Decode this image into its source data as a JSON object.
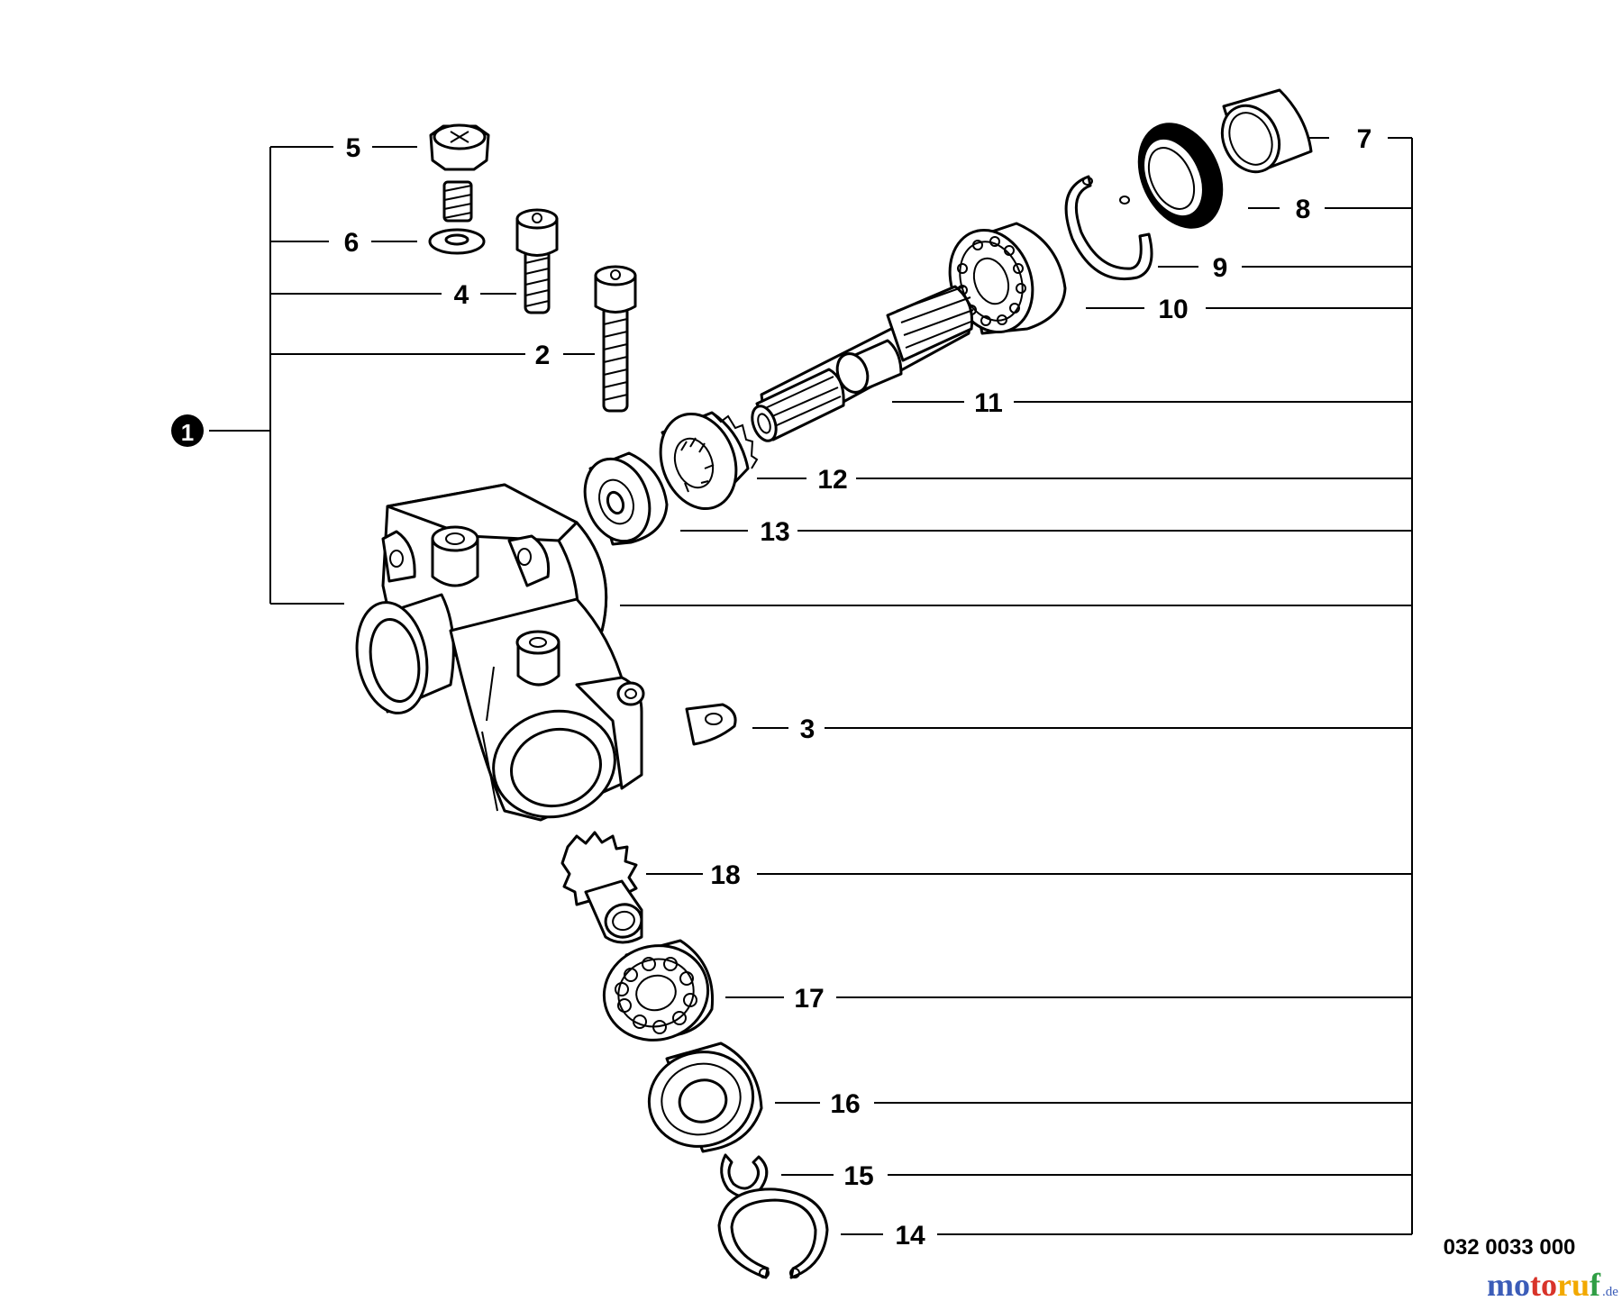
{
  "callouts": {
    "p1": "1",
    "p2": "2",
    "p3": "3",
    "p4": "4",
    "p5": "5",
    "p6": "6",
    "p7": "7",
    "p8": "8",
    "p9": "9",
    "p10": "10",
    "p11": "11",
    "p12": "12",
    "p13": "13",
    "p14": "14",
    "p15": "15",
    "p16": "16",
    "p17": "17",
    "p18": "18"
  },
  "reference_code": "032 0033 000",
  "watermark": {
    "text": "motoruf",
    "suffix": ".de",
    "colors": [
      "#3b5cb8",
      "#d8342a",
      "#f2a900",
      "#2f9e44"
    ]
  }
}
